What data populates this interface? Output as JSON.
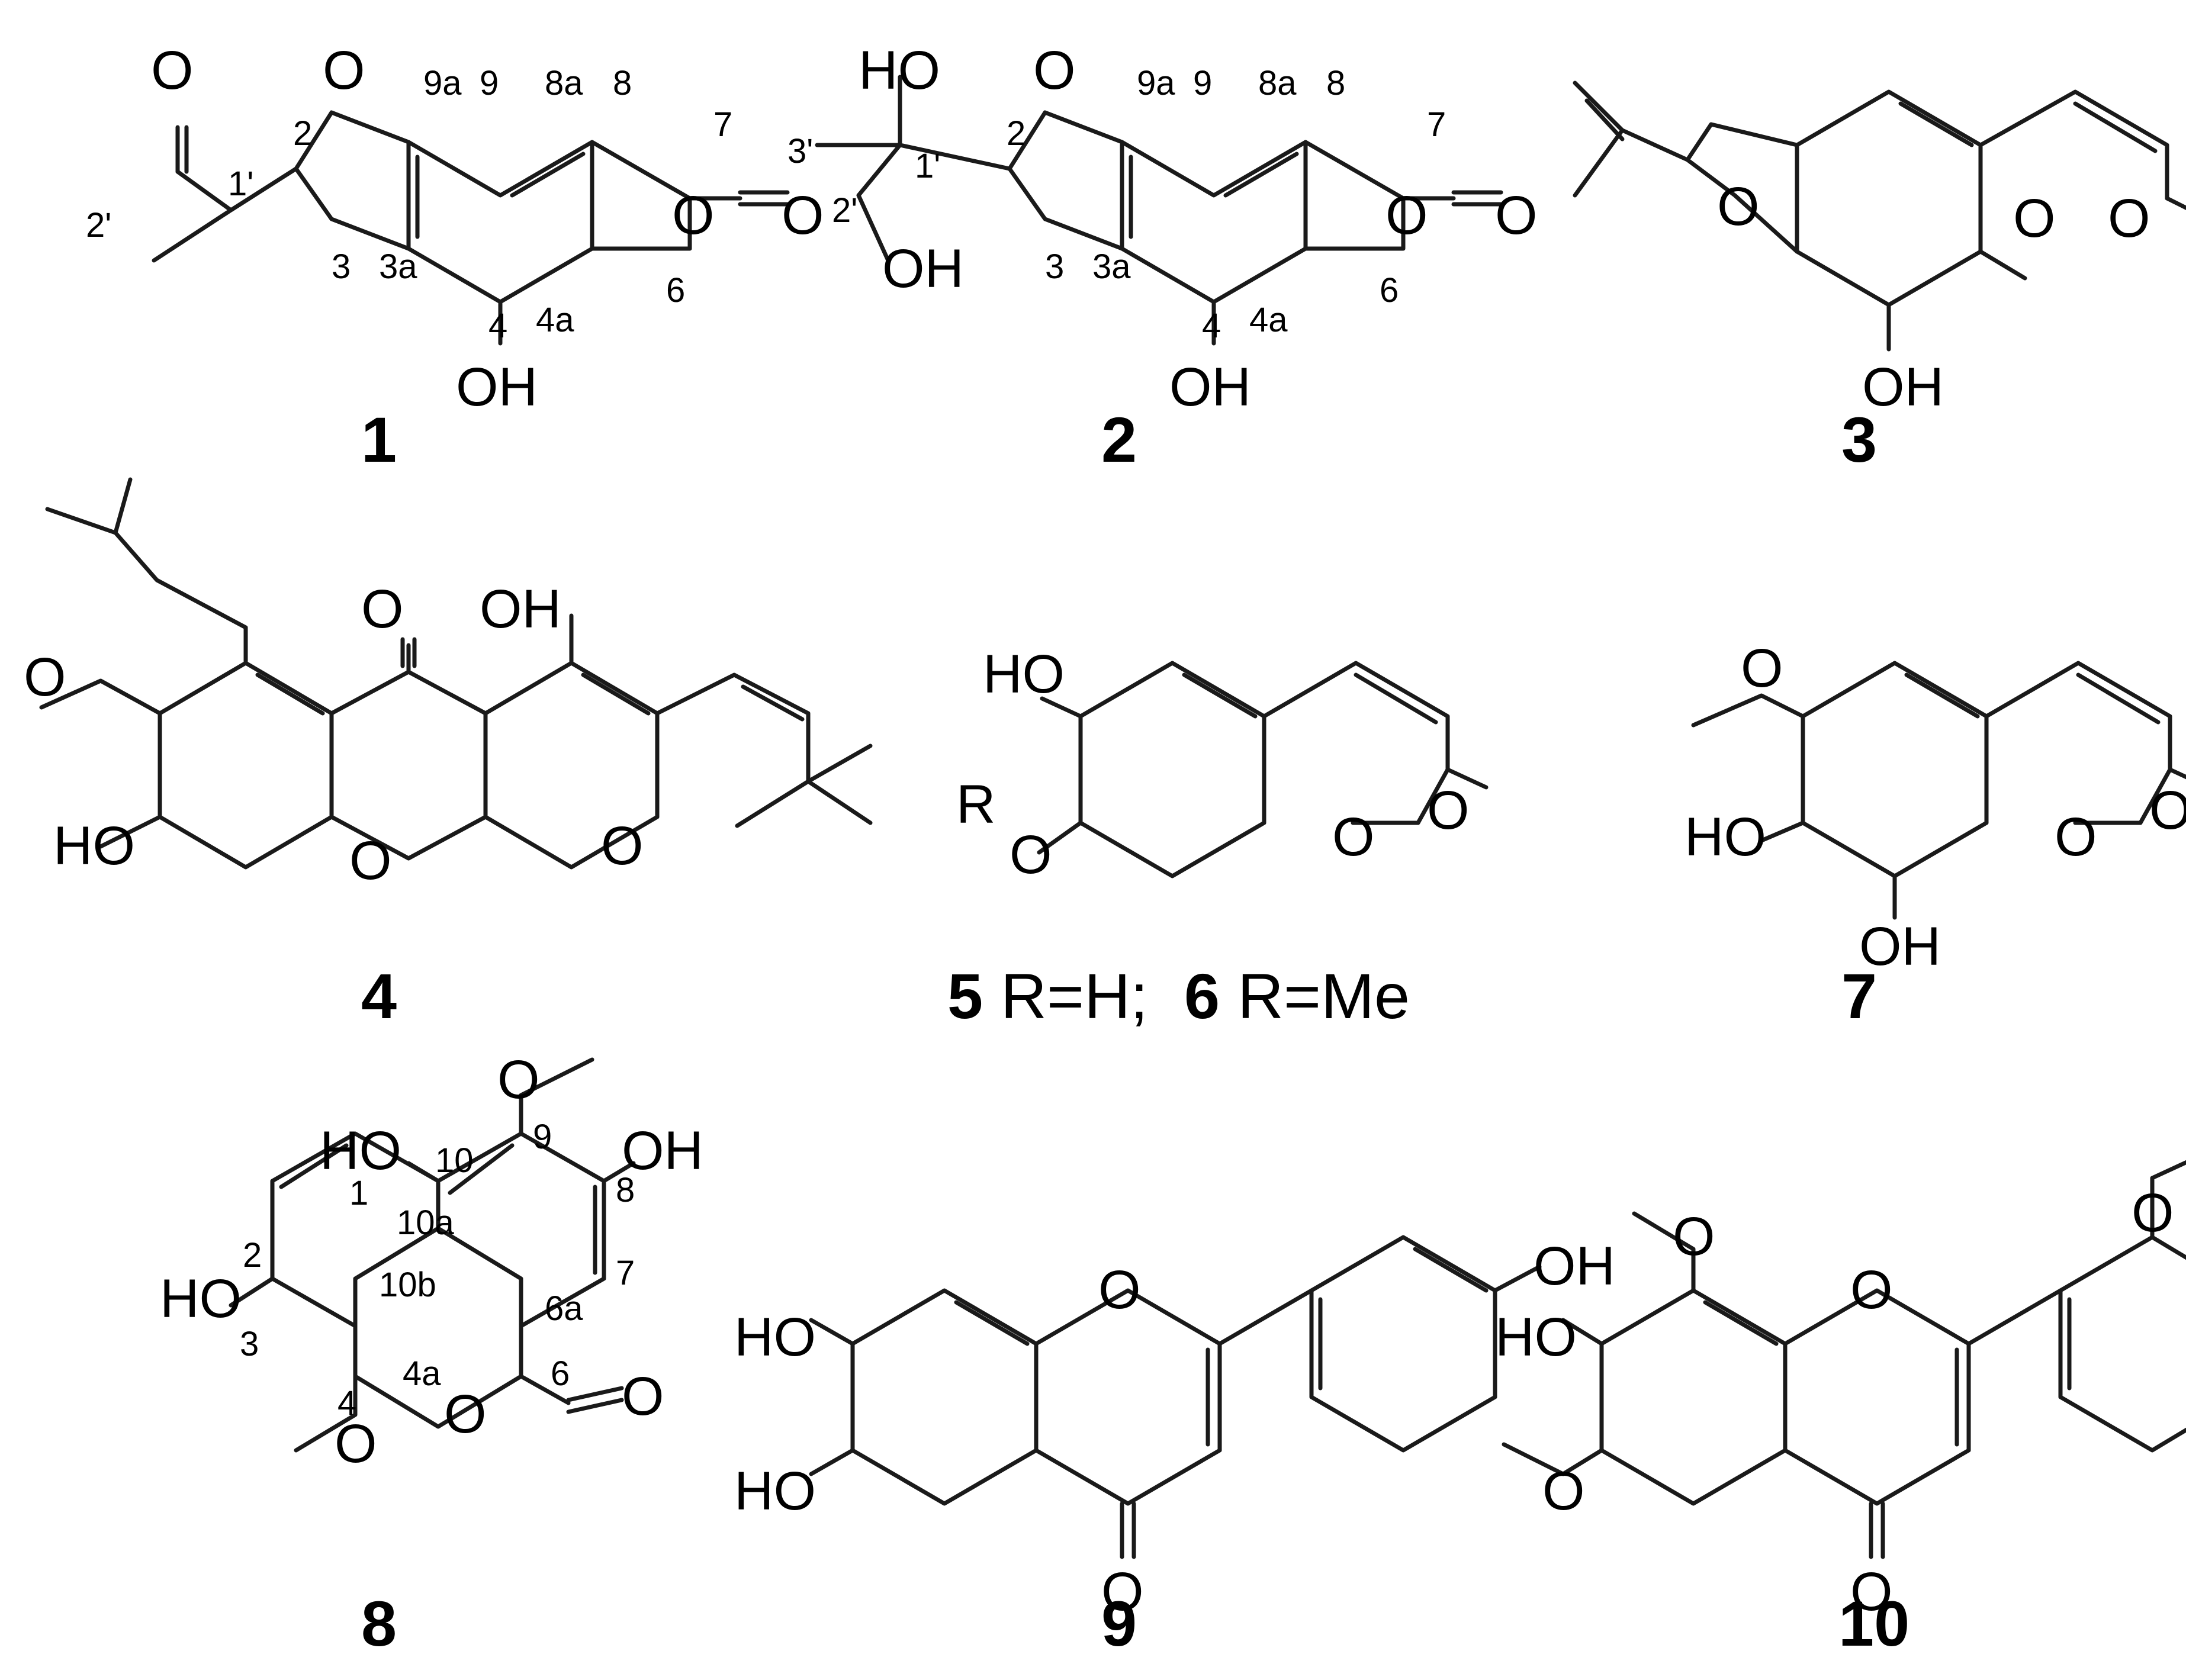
{
  "atoms": {
    "O": "O",
    "OH": "OH",
    "HO": "HO",
    "R": "R"
  },
  "compounds": [
    {
      "id": "1",
      "numbering": [
        "2",
        "3",
        "3a",
        "4",
        "4a",
        "6",
        "7",
        "8",
        "8a",
        "9",
        "9a",
        "1'",
        "2'"
      ]
    },
    {
      "id": "2",
      "numbering": [
        "2",
        "3",
        "3a",
        "4",
        "4a",
        "6",
        "7",
        "8",
        "8a",
        "9",
        "9a",
        "1'",
        "2'",
        "3'"
      ]
    },
    {
      "id": "3"
    },
    {
      "id": "4"
    },
    {
      "id": "5",
      "substituent": "R=H;"
    },
    {
      "id": "6",
      "substituent": "R=Me"
    },
    {
      "id": "7"
    },
    {
      "id": "8",
      "numbering": [
        "1",
        "2",
        "3",
        "4",
        "4a",
        "6",
        "6a",
        "7",
        "8",
        "9",
        "10",
        "10a",
        "10b"
      ]
    },
    {
      "id": "9"
    },
    {
      "id": "10"
    }
  ]
}
